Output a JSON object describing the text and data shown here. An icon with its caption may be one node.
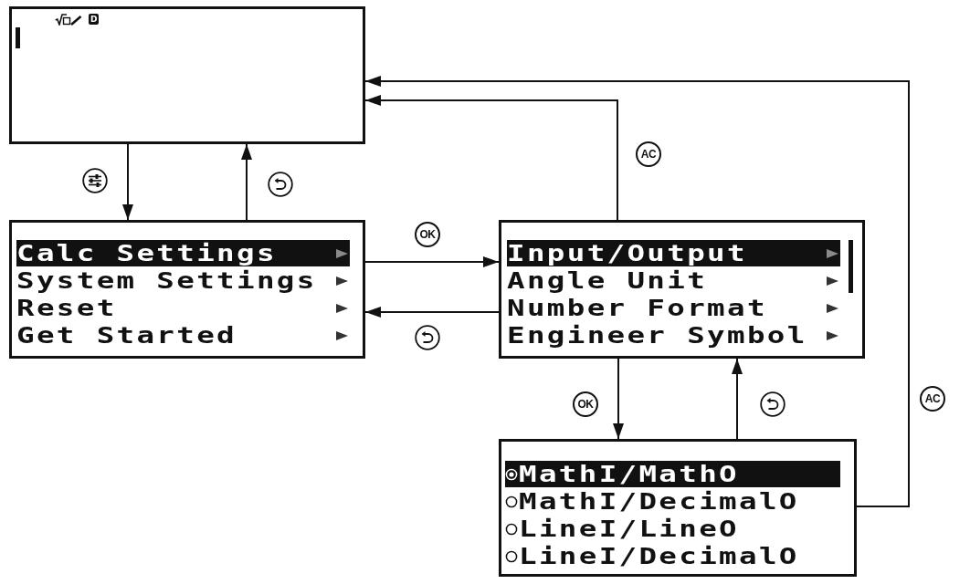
{
  "diagram": {
    "nodes": [
      {
        "text": [
          "D"
        ]
      },
      {
        "text": [
          "Calc Settings",
          "System Settings",
          "Reset",
          "Get Started"
        ]
      },
      {
        "text": [
          "Input/Output",
          "Angle Unit",
          "Number Format",
          "Engineer Symbol"
        ]
      },
      {
        "text": [
          "MathI/MathO",
          "MathI/DecimalO",
          "LineI/LineO",
          "LineI/DecimalO"
        ]
      }
    ],
    "edges": [
      {
        "from": 0,
        "to": 1,
        "arrow": "to"
      },
      {
        "from": 1,
        "to": 0,
        "arrow": "to"
      },
      {
        "from": 1,
        "to": 2,
        "arrow": "to",
        "label": "OK"
      },
      {
        "from": 2,
        "to": 1,
        "arrow": "to"
      },
      {
        "from": 2,
        "to": 0,
        "arrow": "to",
        "label": "AC"
      },
      {
        "from": 2,
        "to": 3,
        "arrow": "to",
        "label": "OK"
      },
      {
        "from": 3,
        "to": 2,
        "arrow": "to"
      },
      {
        "from": 3,
        "to": 0,
        "arrow": "to",
        "label": "AC"
      }
    ]
  }
}
